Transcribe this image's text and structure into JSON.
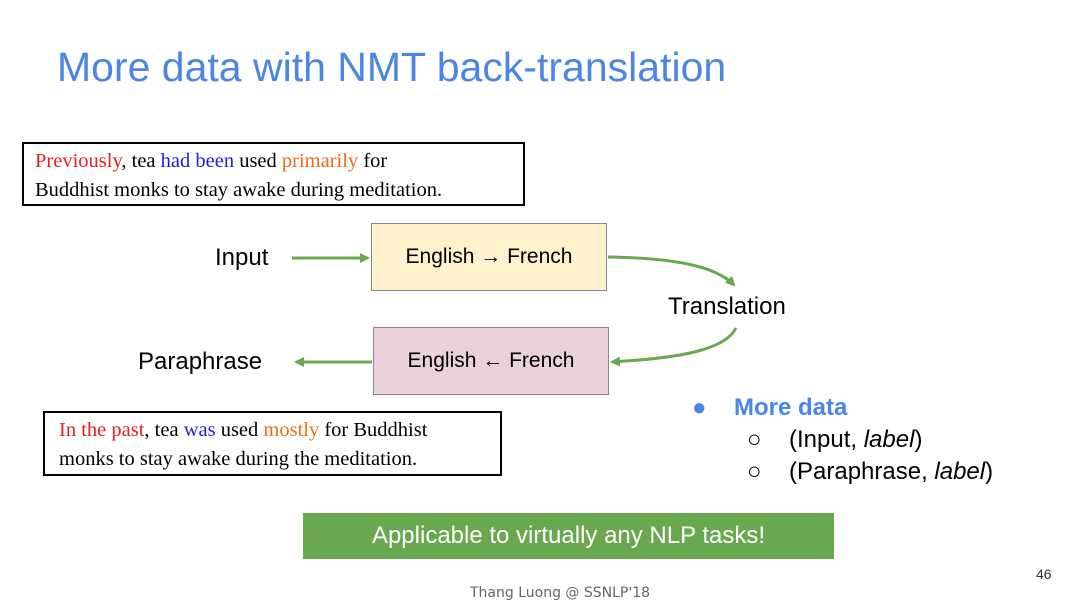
{
  "slide": {
    "title": "More data with NMT back-translation",
    "page_number": "46",
    "footer": "Thang Luong  @ SSNLP'18"
  },
  "input_sentence": {
    "w1": "Previously",
    "w2": ", tea ",
    "w3": "had been",
    "w4": " used ",
    "w5": "primarily",
    "w6": " for",
    "line2": "Buddhist monks to stay awake during meditation."
  },
  "output_sentence": {
    "w1": "In the past",
    "w2": ", tea ",
    "w3": "was",
    "w4": " used ",
    "w5": "mostly",
    "w6": " for Buddhist",
    "line2": "monks to stay awake during the meditation."
  },
  "diagram": {
    "input_label": "Input",
    "paraphrase_label": "Paraphrase",
    "translation_label": "Translation",
    "forward_box": "English → French",
    "backward_box": "English ← French"
  },
  "bullets": {
    "main": "More data",
    "main_marker": "●",
    "sub_marker": "○",
    "sub1_a": "(Input, ",
    "sub1_b": "label",
    "sub1_c": ")",
    "sub2_a": "(Paraphrase, ",
    "sub2_b": "label",
    "sub2_c": ")"
  },
  "banner": "Applicable to virtually any NLP tasks!",
  "colors": {
    "title": "#4a86e8",
    "arrow": "#6aa84f",
    "forward_box": "#fff2cc",
    "backward_box": "#ead1dc",
    "banner": "#6aa84f",
    "highlight_red": "#e52020",
    "highlight_blue": "#1f1fd6",
    "highlight_orange": "#ef6c16"
  }
}
